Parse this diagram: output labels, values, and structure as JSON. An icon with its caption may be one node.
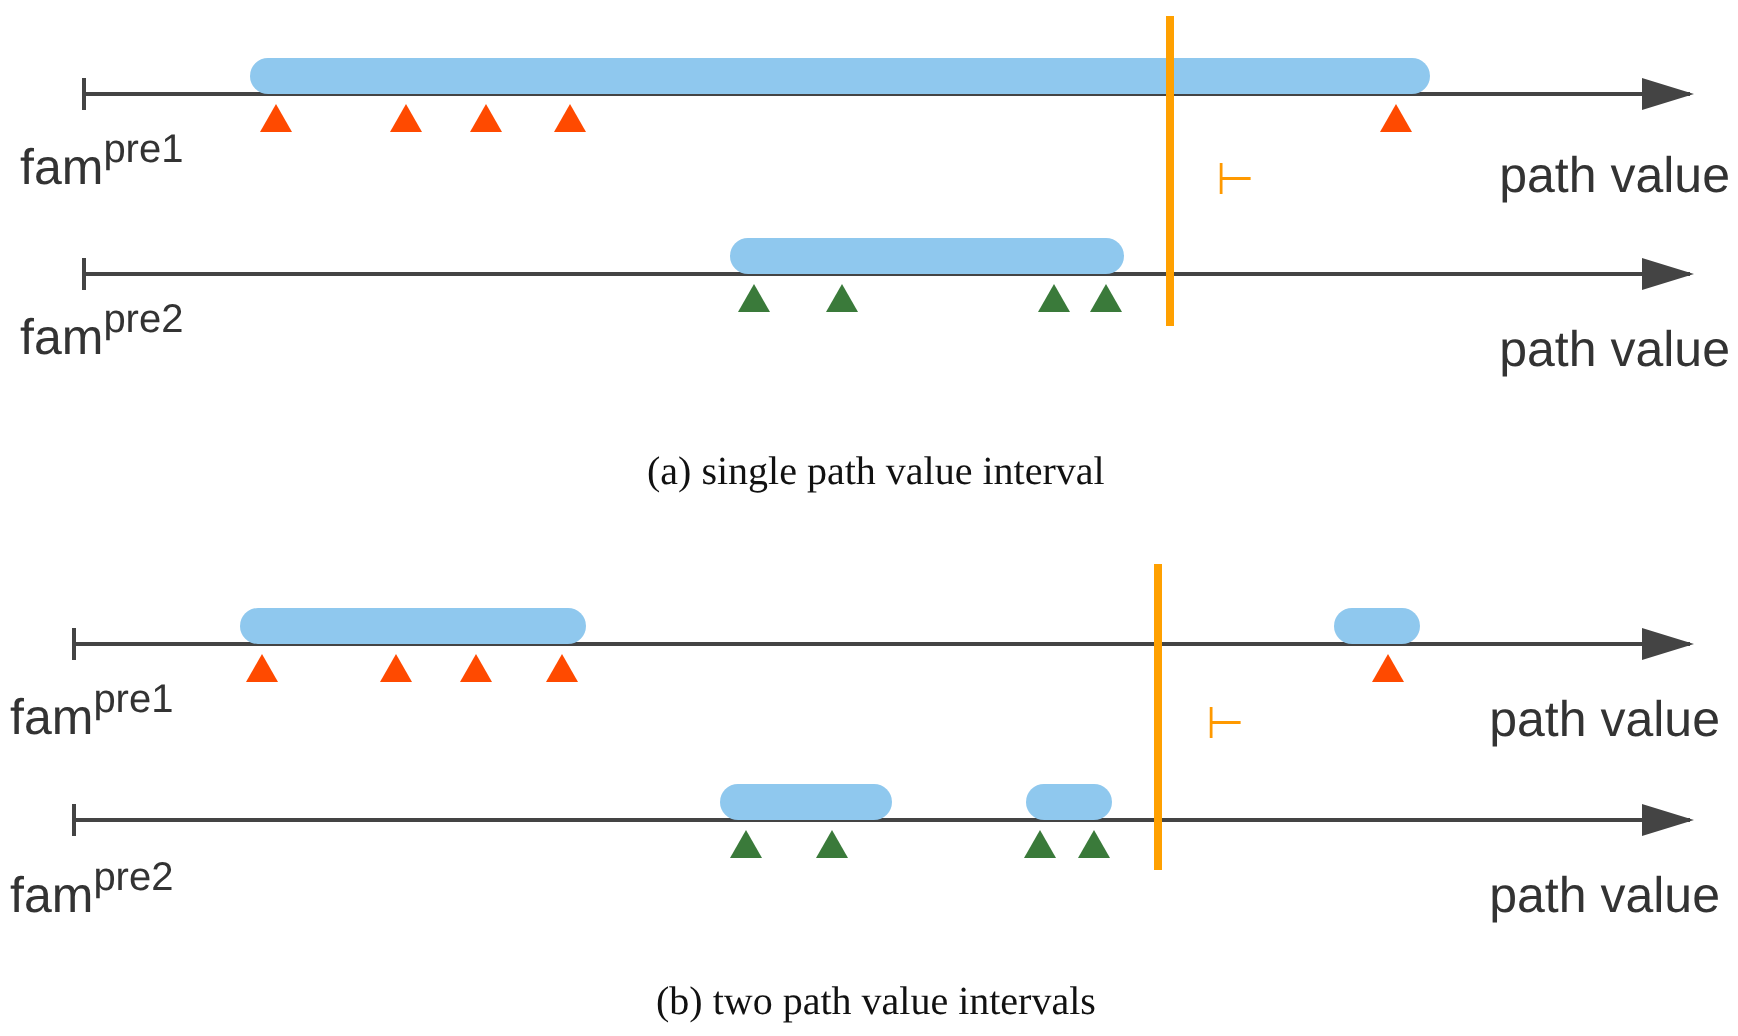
{
  "diagram": {
    "labels": [
      "fam$^{pre1}$",
      "path value",
      "⊢",
      "fam$^{pre2}$",
      "path value",
      "(a)  single path value interval",
      "fam$^{pre1}$",
      "path value",
      "⊢",
      "fam$^{pre2}$",
      "path value",
      "(b)  two path value intervals"
    ]
  }
}
